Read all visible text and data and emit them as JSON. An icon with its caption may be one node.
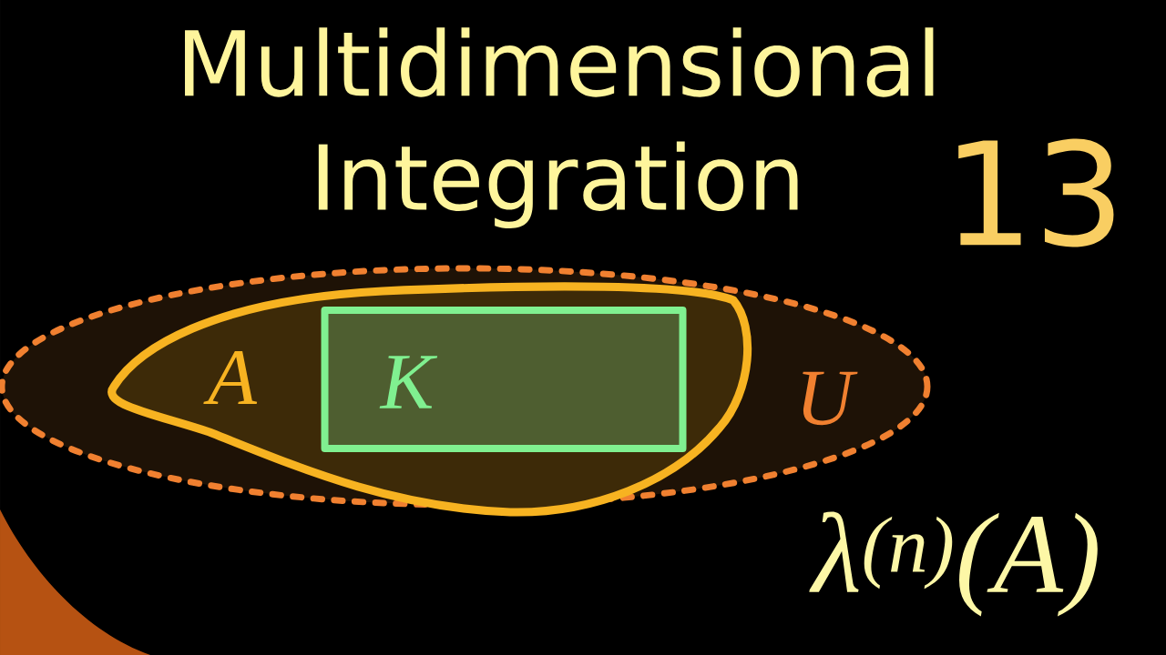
{
  "diagram": {
    "title": "Multidimensional Integration",
    "nodes": [
      {
        "text": [
          "U"
        ]
      },
      {
        "text": [
          "A"
        ],
        "in": 0
      },
      {
        "text": [
          "K"
        ],
        "in": 1
      }
    ],
    "labels": [
      "13",
      "λ$^{(n)}$(A)"
    ]
  }
}
